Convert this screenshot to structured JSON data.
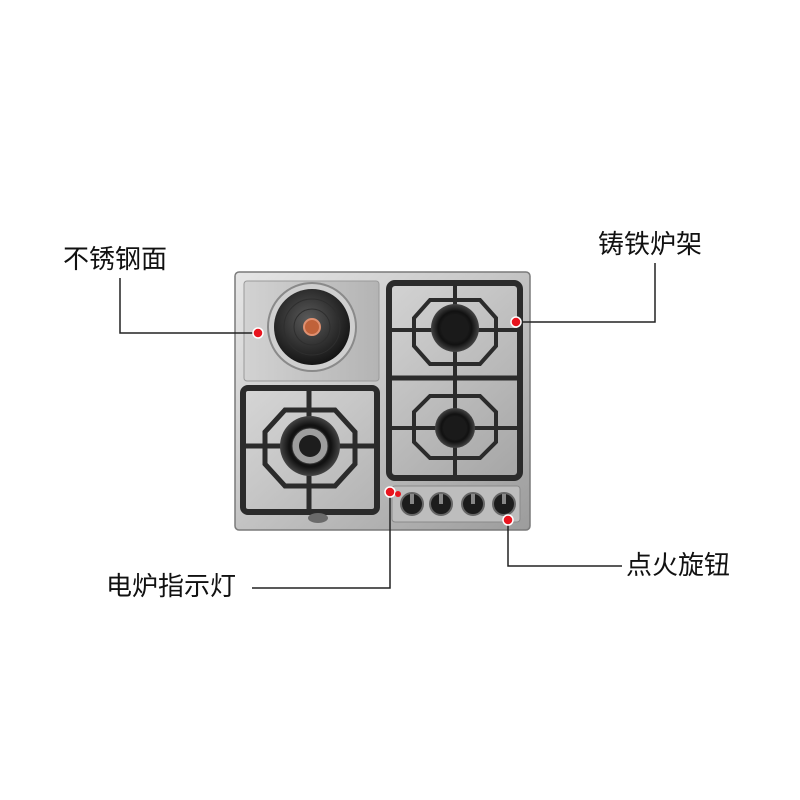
{
  "callouts": {
    "stainless_panel": {
      "label": "不锈钢面"
    },
    "cast_iron_grate": {
      "label": "铸铁炉架"
    },
    "electric_indicator": {
      "label": "电炉指示灯"
    },
    "ignition_knobs": {
      "label": "点火旋钮"
    }
  },
  "cooktop": {
    "burners": [
      "electric-hotplate",
      "gas-burner-left",
      "gas-burner-top-right",
      "gas-burner-bottom-right"
    ],
    "knob_count": 4
  },
  "colors": {
    "steel_light": "#d9d9d9",
    "steel_dark": "#8f8f8f",
    "grate": "#2b2b2b",
    "marker": "#e8141e",
    "line": "#222222"
  }
}
